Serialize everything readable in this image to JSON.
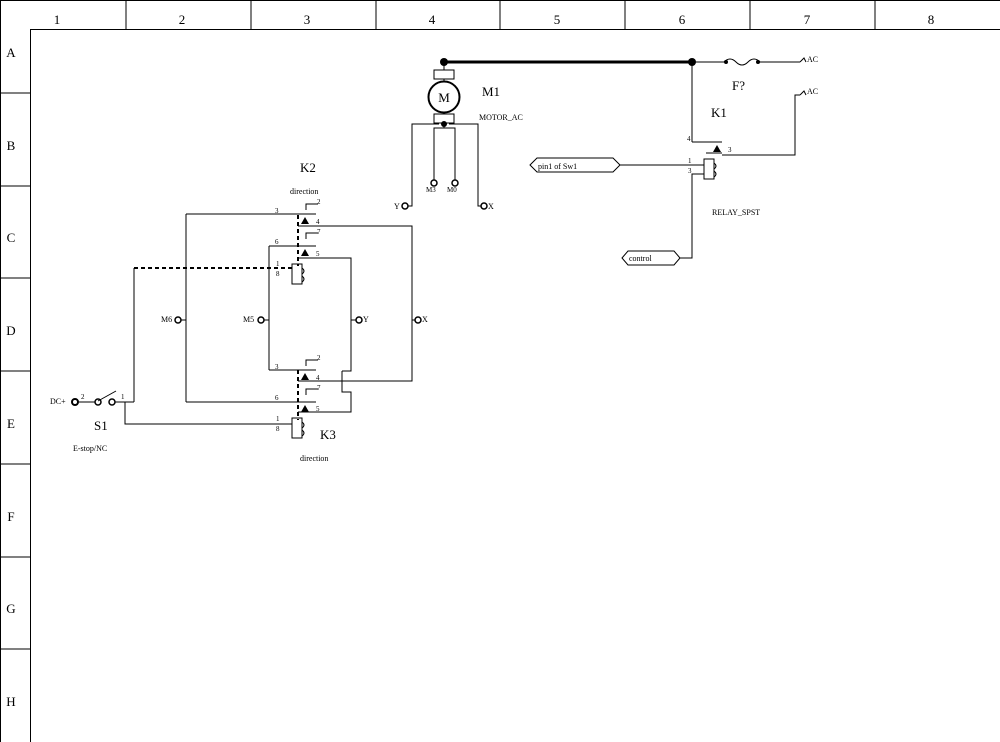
{
  "grid": {
    "columns": [
      "1",
      "2",
      "3",
      "4",
      "5",
      "6",
      "7",
      "8"
    ],
    "rows": [
      "A",
      "B",
      "C",
      "D",
      "E",
      "F",
      "G",
      "H"
    ]
  },
  "parts": {
    "m1": {
      "ref": "M1",
      "value": "MOTOR_AC",
      "glyph": "M"
    },
    "k1": {
      "ref": "K1",
      "value": "RELAY_SPST"
    },
    "k2": {
      "ref": "K2",
      "value": "direction"
    },
    "k3": {
      "ref": "K3",
      "value": "direction"
    },
    "s1": {
      "ref": "S1",
      "value": "E-stop/NC"
    },
    "fuse": {
      "ref": "F?"
    }
  },
  "nets": {
    "ac_top": "AC",
    "ac_k1": "AC",
    "dc_plus": "DC+",
    "m6": "M6",
    "m5": "M5",
    "y_mid": "Y",
    "x_mid": "X",
    "y_top": "Y",
    "x_top": "X",
    "m3": "M3",
    "m0": "M0"
  },
  "ports": {
    "pin1": "pin1 of Sw1",
    "control": "control"
  },
  "pins": {
    "k2": {
      "p2": "2",
      "p3": "3",
      "p4": "4",
      "p6": "6",
      "p7": "7",
      "p5": "5",
      "p1": "1",
      "p8": "8"
    },
    "k3": {
      "p2": "2",
      "p3": "3",
      "p4": "4",
      "p6": "6",
      "p7": "7",
      "p5": "5",
      "p1": "1",
      "p8": "8"
    },
    "k1": {
      "p4": "4",
      "p3": "3",
      "p1": "1",
      "p3b": "3"
    },
    "s1": {
      "p2": "2",
      "p1": "1"
    }
  },
  "colors": {
    "ink": "#000000",
    "paper": "#ffffff"
  }
}
